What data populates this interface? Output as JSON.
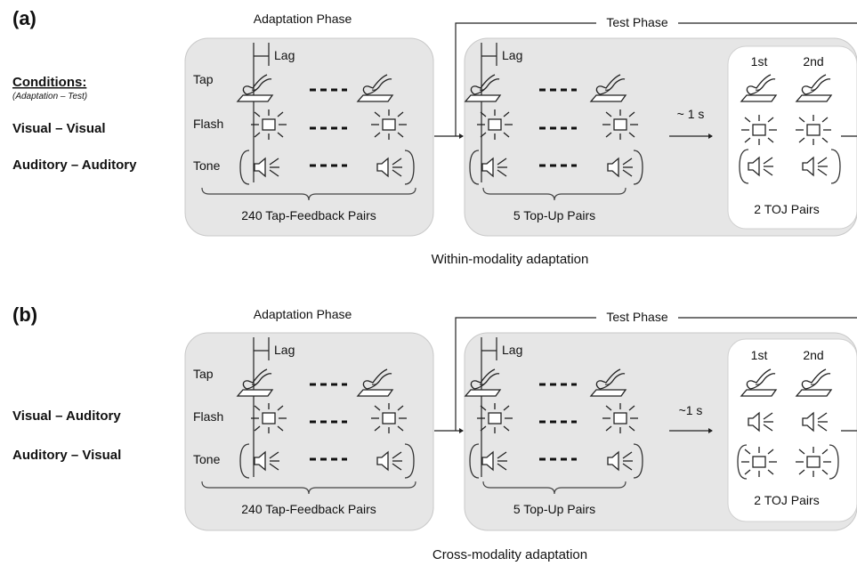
{
  "panel_a": {
    "letter": "(a)",
    "conditions_heading": "Conditions:",
    "conditions_sub": "(Adaptation – Test)",
    "condition_1": "Visual – Visual",
    "condition_2": "Auditory – Auditory",
    "adaptation_phase": "Adaptation Phase",
    "test_phase": "Test Phase",
    "lag": "Lag",
    "row_tap": "Tap",
    "row_flash": "Flash",
    "row_tone": "Tone",
    "adapt_pairs": "240 Tap-Feedback Pairs",
    "topup_pairs": "5 Top-Up Pairs",
    "delay": "~ 1 s",
    "first": "1st",
    "second": "2nd",
    "toj_pairs": "2 TOJ Pairs",
    "caption": "Within-modality adaptation"
  },
  "panel_b": {
    "letter": "(b)",
    "condition_1": "Visual – Auditory",
    "condition_2": "Auditory – Visual",
    "adaptation_phase": "Adaptation Phase",
    "test_phase": "Test Phase",
    "lag": "Lag",
    "row_tap": "Tap",
    "row_flash": "Flash",
    "row_tone": "Tone",
    "adapt_pairs": "240 Tap-Feedback Pairs",
    "topup_pairs": "5 Top-Up Pairs",
    "delay": "~1 s",
    "first": "1st",
    "second": "2nd",
    "toj_pairs": "2 TOJ Pairs",
    "caption": "Cross-modality adaptation"
  },
  "icons": [
    "finger-tap-icon",
    "flash-icon",
    "speaker-icon"
  ]
}
